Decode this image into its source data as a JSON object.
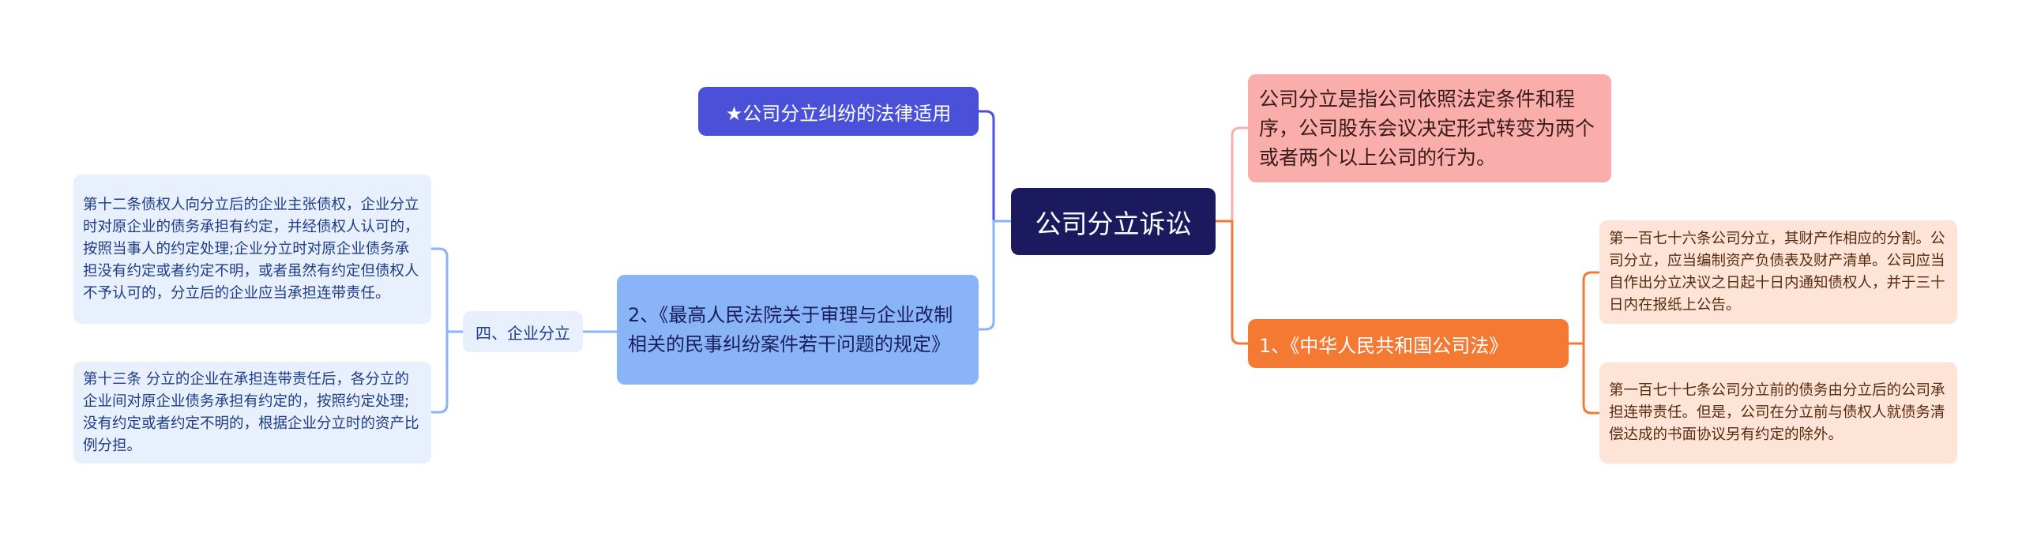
{
  "root": {
    "label": "公司分立诉讼"
  },
  "left": {
    "star_topic": "★公司分立纠纷的法律适用",
    "topic2": "2、《最高人民法院关于审理与企业改制相关的民事纠纷案件若干问题的规定》",
    "section4": {
      "label": "四、企业分立",
      "items": [
        "第十二条债权人向分立后的企业主张债权，企业分立时对原企业的债务承担有约定，并经债权人认可的，按照当事人的约定处理;企业分立时对原企业债务承担没有约定或者约定不明，或者虽然有约定但债权人不予认可的，分立后的企业应当承担连带责任。",
        "第十三条 分立的企业在承担连带责任后，各分立的企业间对原企业债务承担有约定的，按照约定处理;没有约定或者约定不明的，根据企业分立时的资产比例分担。"
      ]
    }
  },
  "right": {
    "definition": "公司分立是指公司依照法定条件和程序，公司股东会议决定形式转变为两个或者两个以上公司的行为。",
    "topic1": {
      "label": "1、《中华人民共和国公司法》",
      "items": [
        "第一百七十六条公司分立，其财产作相应的分割。公司分立，应当编制资产负债表及财产清单。公司应当自作出分立决议之日起十日内通知债权人，并于三十日内在报纸上公告。",
        "第一百七十七条公司分立前的债务由分立后的公司承担连带责任。但是，公司在分立前与债权人就债务清偿达成的书面协议另有约定的除外。"
      ]
    }
  },
  "colors": {
    "root": "#1c1a5e",
    "star": "#4b50d8",
    "topic2": "#8ab4f8",
    "pink": "#f9aeac",
    "orange": "#f47a33"
  }
}
